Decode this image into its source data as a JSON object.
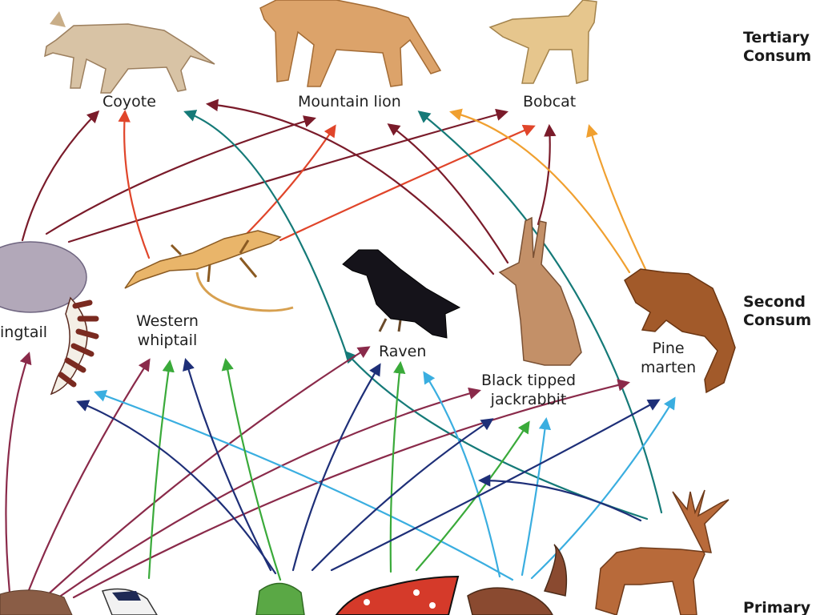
{
  "levels": {
    "tertiary": [
      "Tertiary",
      "Consum"
    ],
    "secondary": [
      "Second",
      "Consum"
    ],
    "primary": [
      "Primary"
    ]
  },
  "tertiary_consumers": {
    "coyote": "Coyote",
    "mountain_lion": "Mountain lion",
    "bobcat": "Bobcat"
  },
  "secondary_consumers": {
    "ringtail": "ingtail",
    "western_whiptail": [
      "Western",
      "whiptail"
    ],
    "raven": "Raven",
    "jackrabbit": [
      "Black tipped",
      "jackrabbit"
    ],
    "pine_marten": [
      "Pine",
      "marten"
    ]
  },
  "colors": {
    "dark_red": "#7a1b2a",
    "red_orange": "#e0452a",
    "orange": "#f0a030",
    "teal": "#157a78",
    "navy": "#1e2f78",
    "sky_blue": "#3aaee0",
    "green": "#3aaa3a",
    "purple": "#8a2a4a",
    "coral": "#e04060"
  }
}
